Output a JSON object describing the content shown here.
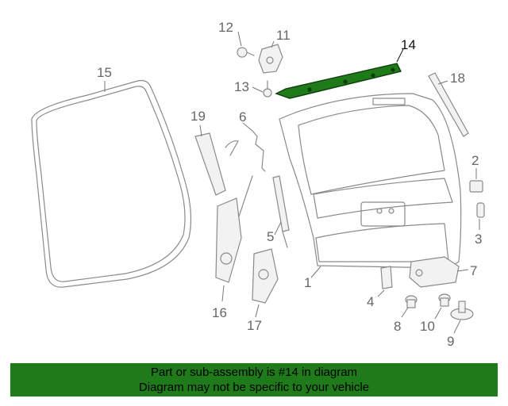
{
  "callouts": [
    {
      "id": "c1",
      "label": "1",
      "highlight": false
    },
    {
      "id": "c2",
      "label": "2",
      "highlight": false
    },
    {
      "id": "c3",
      "label": "3",
      "highlight": false
    },
    {
      "id": "c4",
      "label": "4",
      "highlight": false
    },
    {
      "id": "c5",
      "label": "5",
      "highlight": false
    },
    {
      "id": "c6",
      "label": "6",
      "highlight": false
    },
    {
      "id": "c7",
      "label": "7",
      "highlight": false
    },
    {
      "id": "c8",
      "label": "8",
      "highlight": false
    },
    {
      "id": "c9",
      "label": "9",
      "highlight": false
    },
    {
      "id": "c10",
      "label": "10",
      "highlight": false
    },
    {
      "id": "c11",
      "label": "11",
      "highlight": false
    },
    {
      "id": "c12",
      "label": "12",
      "highlight": false
    },
    {
      "id": "c13",
      "label": "13",
      "highlight": false
    },
    {
      "id": "c14",
      "label": "14",
      "highlight": true
    },
    {
      "id": "c15",
      "label": "15",
      "highlight": false
    },
    {
      "id": "c16",
      "label": "16",
      "highlight": false
    },
    {
      "id": "c17",
      "label": "17",
      "highlight": false
    },
    {
      "id": "c18",
      "label": "18",
      "highlight": false
    },
    {
      "id": "c19",
      "label": "19",
      "highlight": false
    }
  ],
  "banner": {
    "line1": "Part or sub-assembly is #14 in diagram",
    "line2": "Diagram may not be specific to your vehicle",
    "color": "#1f7a1a"
  },
  "colors": {
    "highlight_part": "#1f7a1a",
    "line_art": "#8a8a8a"
  }
}
